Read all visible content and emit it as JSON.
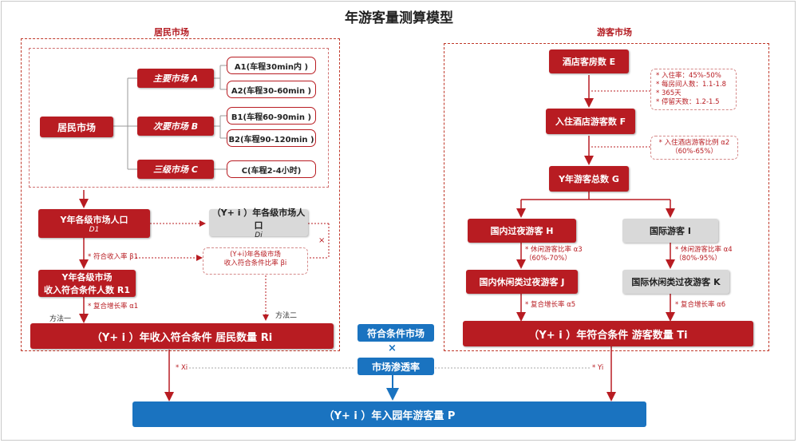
{
  "title": "年游客量测算模型",
  "resident": {
    "section_label": "居民市场",
    "root": "居民市场",
    "primary": "主要市场 A",
    "secondary": "次要市场 B",
    "tertiary": "三级市场 C",
    "a1": "A1(车程30min内 )",
    "a2": "A2(车程30-60min )",
    "b1": "B1(车程60-90min )",
    "b2": "B2(车程90-120min )",
    "c": "C(车程2-4小时)",
    "pop_y_title": "Y年各级市场人口",
    "pop_y_sym": "D1",
    "pop_yi_title": "（Y+ i ）年各级市场人口",
    "pop_yi_sym": "Di",
    "rate_label": "* 符合收入率 β1",
    "ratio_note_line1": "(Y+i)年各级市场",
    "ratio_note_line2": "收入符合条件比率 βi",
    "times_mark": "×",
    "qualified_line1": "Y年各级市场",
    "qualified_line2": "收入符合条件人数 R1",
    "growth_label": "* 复合增长率 α1",
    "method1": "方法一",
    "method2": "方法二",
    "result": "（Y+ i ）年收入符合条件 居民数量  Ri"
  },
  "tourist": {
    "section_label": "游客市场",
    "hotel_rooms": "酒店客房数 E",
    "notes1": [
      "* 入住率：45%-50%",
      "* 每房间人数：1.1-1.8",
      "* 365天",
      "* 停留天数：1.2-1.5"
    ],
    "hotel_guests": "入住酒店游客数 F",
    "notes2_line1": "* 入住酒店游客比例 α2",
    "notes2_line2": "（60%-65%）",
    "total": "Y年游客总数 G",
    "domestic": "国内过夜游客 H",
    "international": "国际游客 I",
    "dom_ratio_line1": "* 休闲游客比率 α3",
    "dom_ratio_line2": "（60%-70%）",
    "intl_ratio_line1": "* 休闲游客比率 α4",
    "intl_ratio_line2": "（80%-95%）",
    "dom_leisure": "国内休闲类过夜游客 J",
    "intl_leisure": "国际休闲类过夜游客 K",
    "growth_dom": "* 复合增长率 α5",
    "growth_intl": "* 复合增长率 α6",
    "result": "（Y+ i ）年符合条件  游客数量  Ti"
  },
  "center": {
    "qualified_market": "符合条件市场",
    "times": "×",
    "penetration": "市场渗透率",
    "x_label": "* Xi",
    "y_label": "* Yi",
    "final": "（Y+ i ）年入园年游客量 P"
  }
}
